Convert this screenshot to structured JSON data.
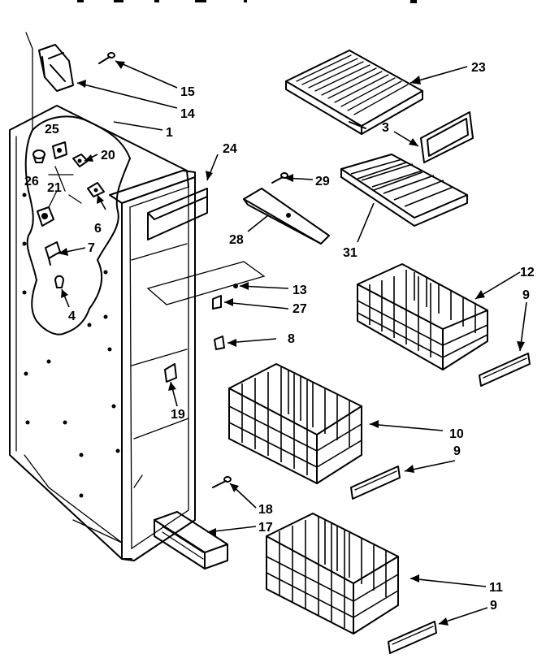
{
  "callouts": [
    {
      "key": "c23",
      "text": "23"
    },
    {
      "key": "c15",
      "text": "15"
    },
    {
      "key": "c14",
      "text": "14"
    },
    {
      "key": "c1",
      "text": "1"
    },
    {
      "key": "c25",
      "text": "25"
    },
    {
      "key": "c26",
      "text": "26"
    },
    {
      "key": "c20",
      "text": "20"
    },
    {
      "key": "c3",
      "text": "3"
    },
    {
      "key": "c24",
      "text": "24"
    },
    {
      "key": "c21",
      "text": "21"
    },
    {
      "key": "c6",
      "text": "6"
    },
    {
      "key": "c29",
      "text": "29"
    },
    {
      "key": "c7",
      "text": "7"
    },
    {
      "key": "c28",
      "text": "28"
    },
    {
      "key": "c31",
      "text": "31"
    },
    {
      "key": "c12",
      "text": "12"
    },
    {
      "key": "c9a",
      "text": "9"
    },
    {
      "key": "c13",
      "text": "13"
    },
    {
      "key": "c27",
      "text": "27"
    },
    {
      "key": "c4",
      "text": "4"
    },
    {
      "key": "c8",
      "text": "8"
    },
    {
      "key": "c19",
      "text": "19"
    },
    {
      "key": "c10",
      "text": "10"
    },
    {
      "key": "c9b",
      "text": "9"
    },
    {
      "key": "c18",
      "text": "18"
    },
    {
      "key": "c17",
      "text": "17"
    },
    {
      "key": "c11",
      "text": "11"
    },
    {
      "key": "c9c",
      "text": "9"
    }
  ]
}
